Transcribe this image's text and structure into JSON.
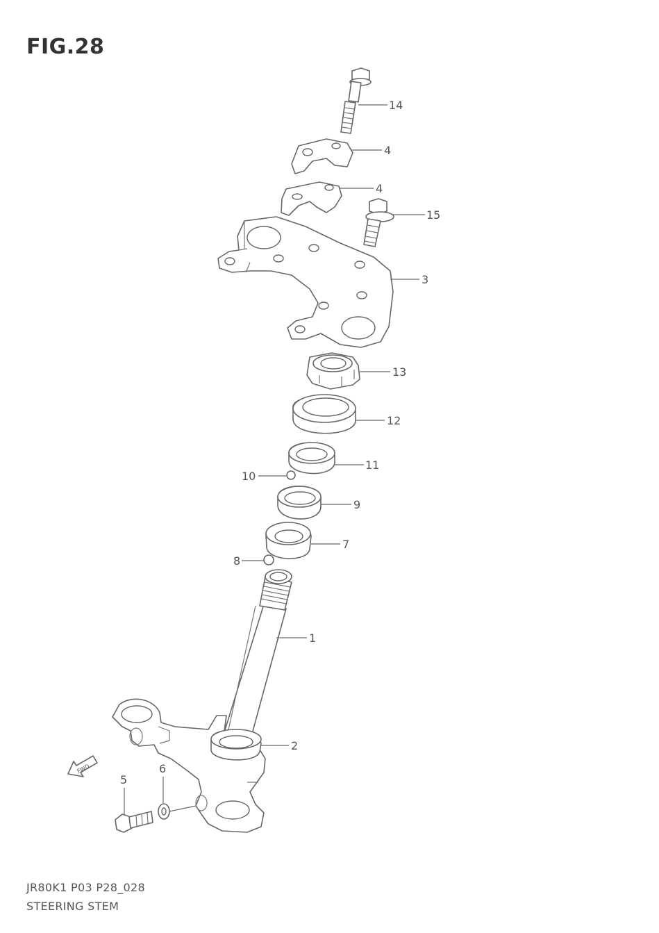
{
  "figure": {
    "title": "FIG.28",
    "code": "JR80K1 P03 P28_028",
    "name": "STEERING STEM"
  },
  "fwd_label": "FWD",
  "callouts": {
    "c1": "1",
    "c2": "2",
    "c3": "3",
    "c4a": "4",
    "c4b": "4",
    "c5": "5",
    "c6": "6",
    "c7": "7",
    "c8": "8",
    "c9": "9",
    "c10": "10",
    "c11": "11",
    "c12": "12",
    "c13": "13",
    "c14": "14",
    "c15": "15"
  },
  "parts": [
    "steering-stem",
    "stem-dust-seal",
    "steering-stem-upper-bracket",
    "handlebar-holder-upper",
    "handlebar-holder-lower",
    "stem-clamp-bolt",
    "washer",
    "bearing-race-lower",
    "steel-ball-lower",
    "bearing-cone-lower",
    "steel-ball-upper",
    "bearing-race-upper",
    "dust-cover",
    "steering-stem-nut",
    "handlebar-holder-bolt",
    "stem-head-bolt"
  ]
}
